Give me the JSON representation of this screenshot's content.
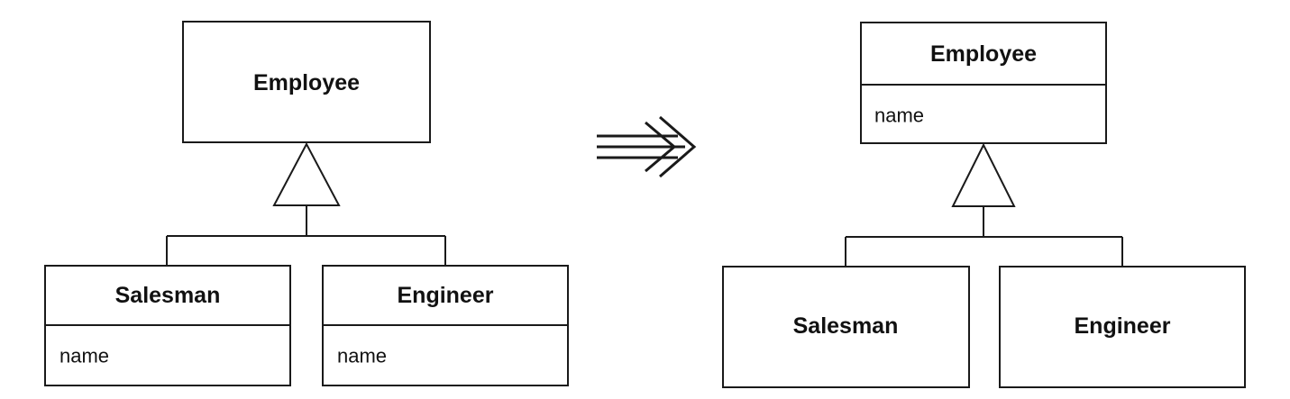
{
  "before": {
    "superclass": {
      "name": "Employee"
    },
    "subclasses": [
      {
        "name": "Salesman",
        "attribute": "name"
      },
      {
        "name": "Engineer",
        "attribute": "name"
      }
    ]
  },
  "after": {
    "superclass": {
      "name": "Employee",
      "attribute": "name"
    },
    "subclasses": [
      {
        "name": "Salesman"
      },
      {
        "name": "Engineer"
      }
    ]
  }
}
